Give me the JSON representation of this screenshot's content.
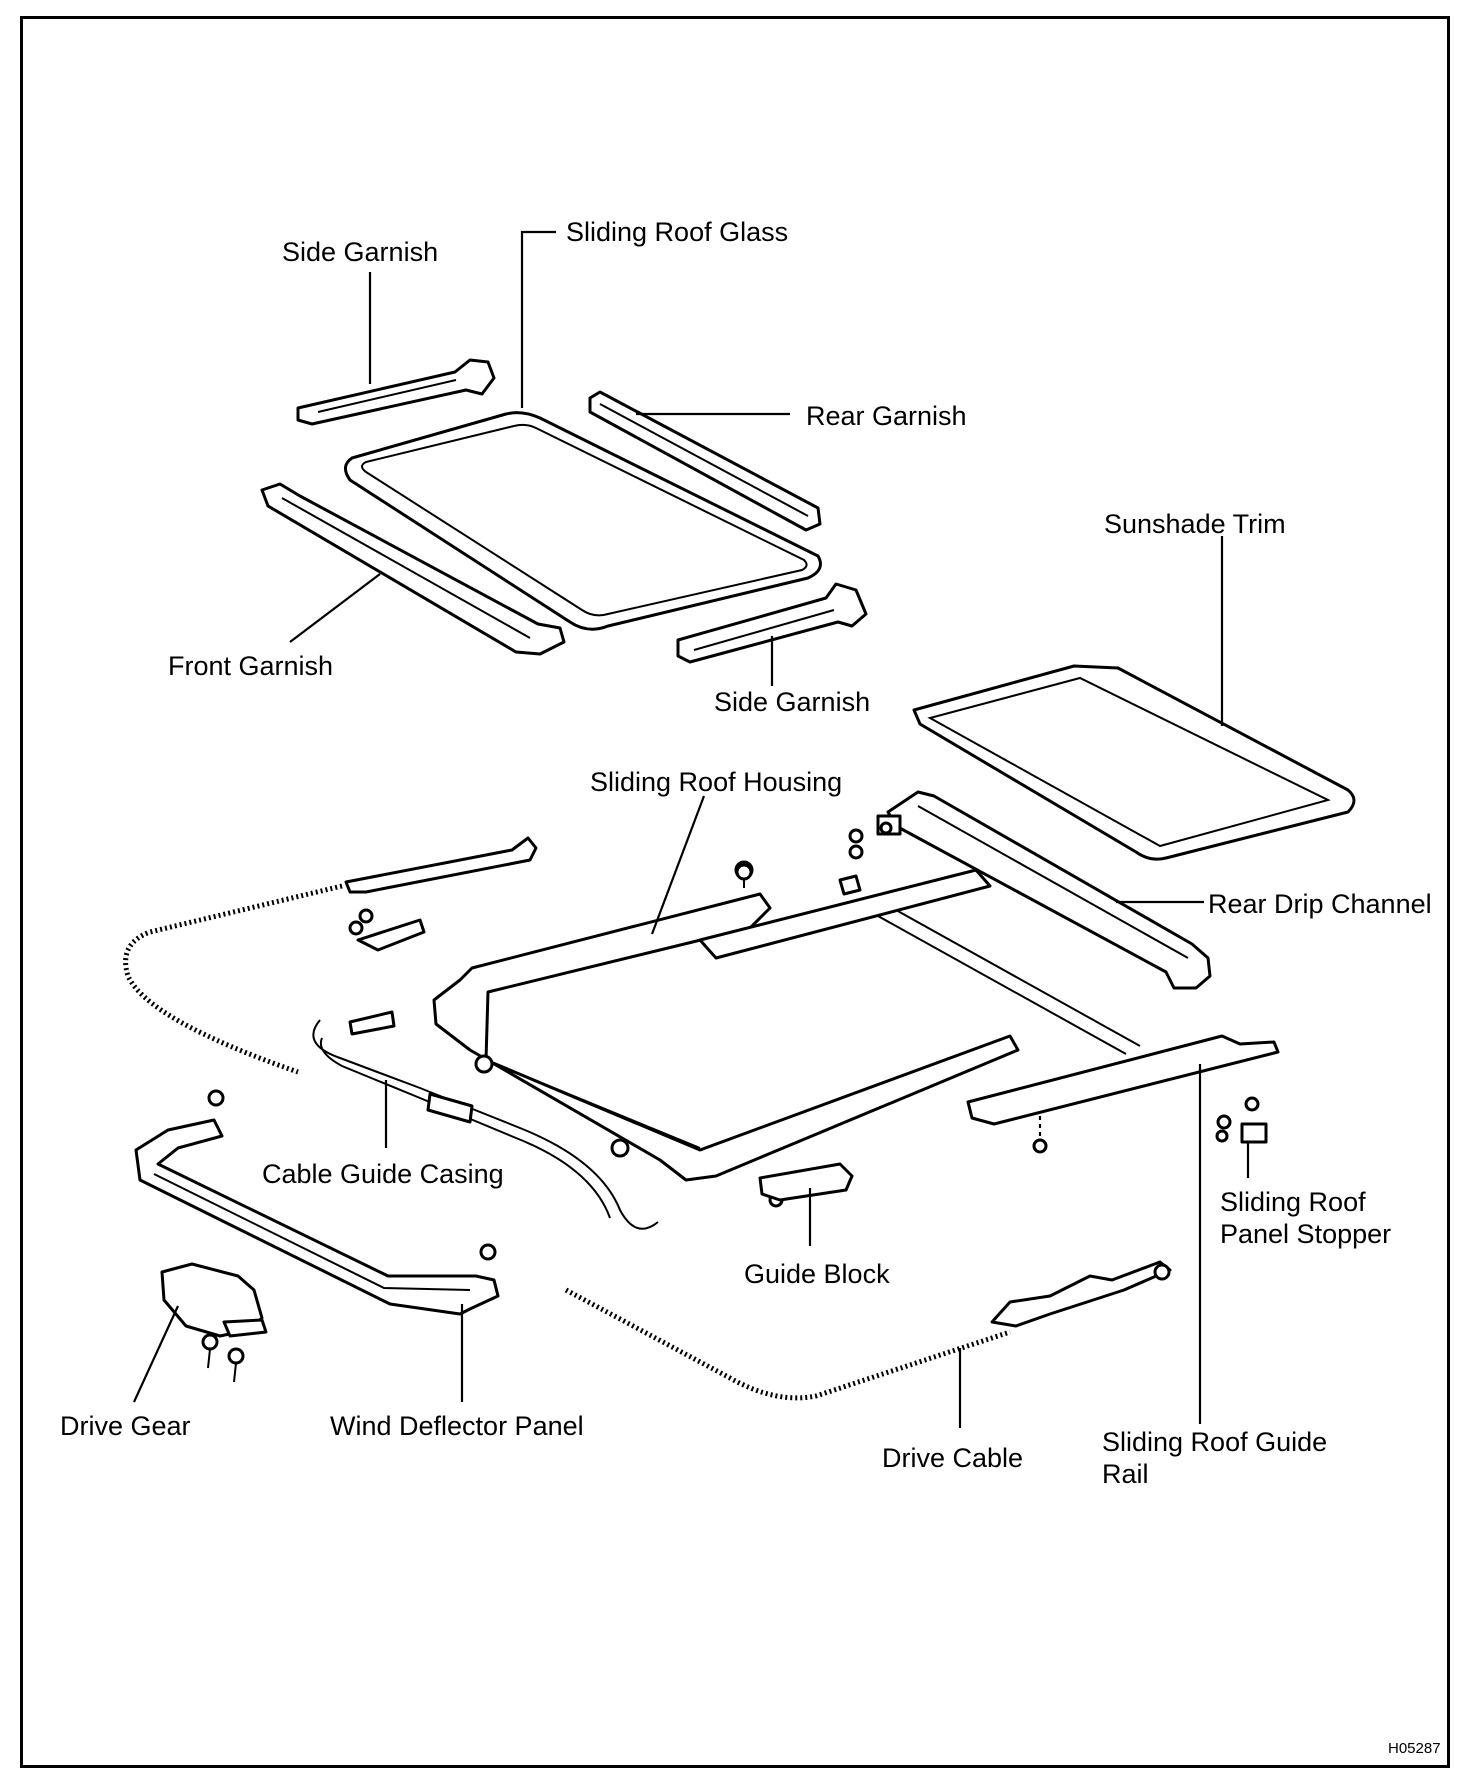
{
  "labels": {
    "side_garnish_left": "Side Garnish",
    "sliding_roof_glass": "Sliding Roof Glass",
    "rear_garnish": "Rear Garnish",
    "sunshade_trim": "Sunshade Trim",
    "front_garnish": "Front Garnish",
    "side_garnish_right": "Side Garnish",
    "sliding_roof_housing": "Sliding Roof Housing",
    "rear_drip_channel": "Rear Drip Channel",
    "cable_guide_casing": "Cable Guide Casing",
    "sliding_roof_panel_stopper_line1": "Sliding Roof",
    "sliding_roof_panel_stopper_line2": "Panel Stopper",
    "guide_block": "Guide Block",
    "drive_gear": "Drive Gear",
    "wind_deflector_panel": "Wind Deflector Panel",
    "drive_cable": "Drive Cable",
    "sliding_roof_guide_rail_line1": "Sliding Roof Guide",
    "sliding_roof_guide_rail_line2": "Rail"
  },
  "figure_code": "H05287"
}
